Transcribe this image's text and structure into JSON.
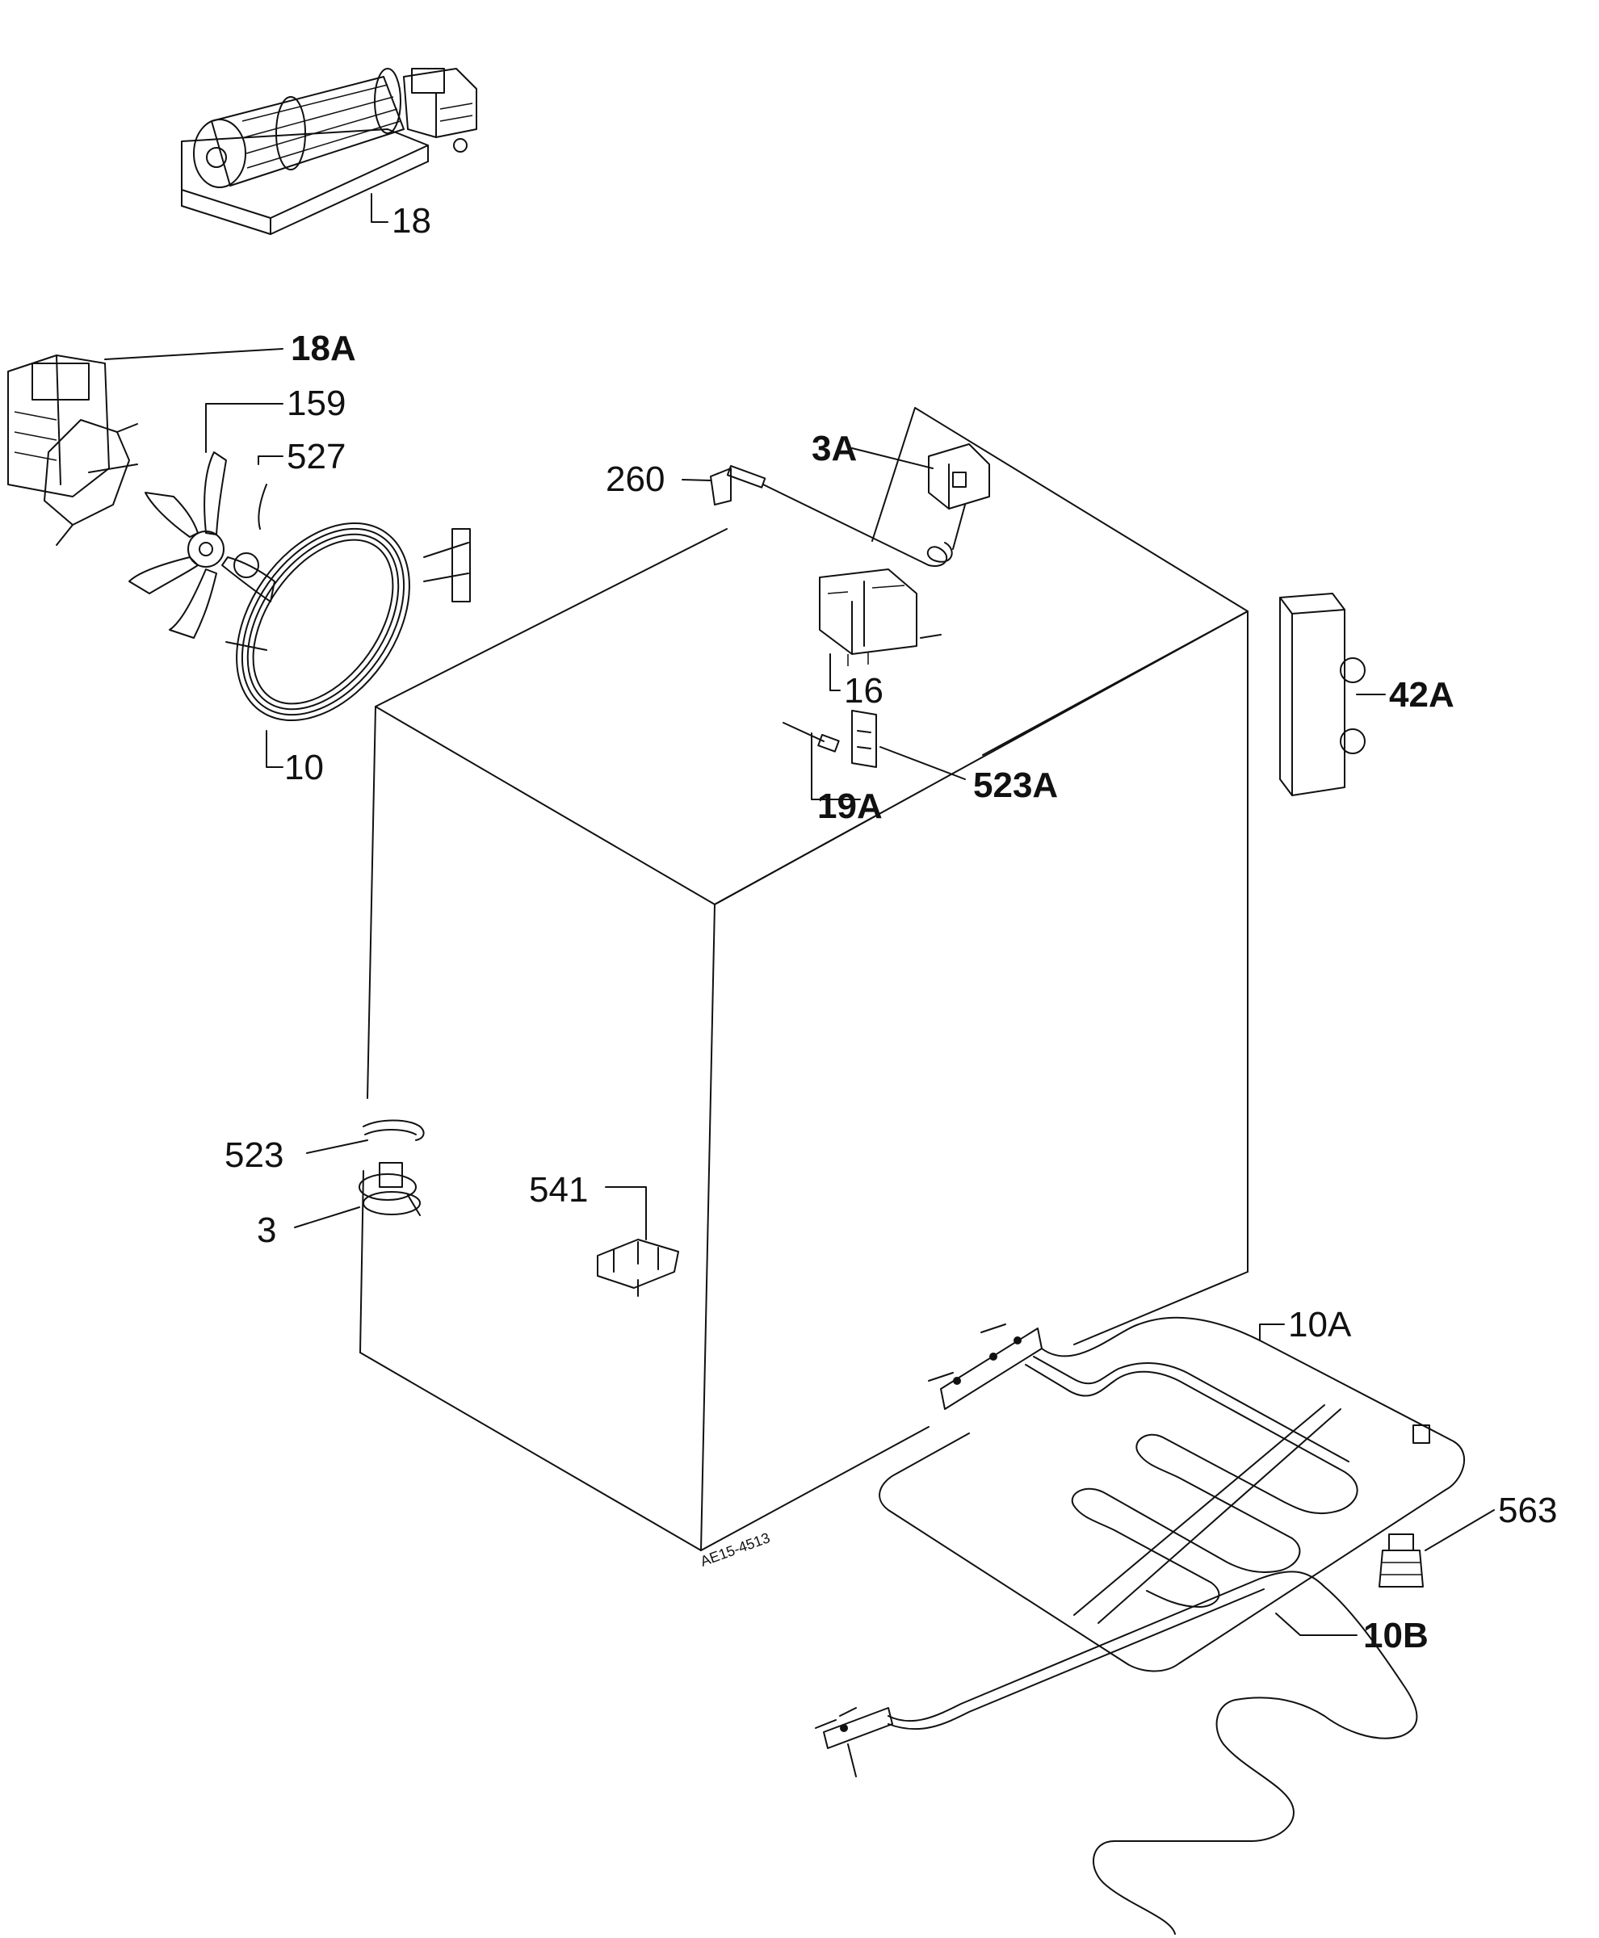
{
  "parts": {
    "p18": "18",
    "p18a": "18A",
    "p159": "159",
    "p527": "527",
    "p10": "10",
    "p260": "260",
    "p3a": "3A",
    "p16": "16",
    "p42a": "42A",
    "p19a": "19A",
    "p523a": "523A",
    "p523": "523",
    "p3": "3",
    "p541": "541",
    "p10a": "10A",
    "p563": "563",
    "p10b": "10B"
  },
  "drawing_code": "AE15-4513"
}
